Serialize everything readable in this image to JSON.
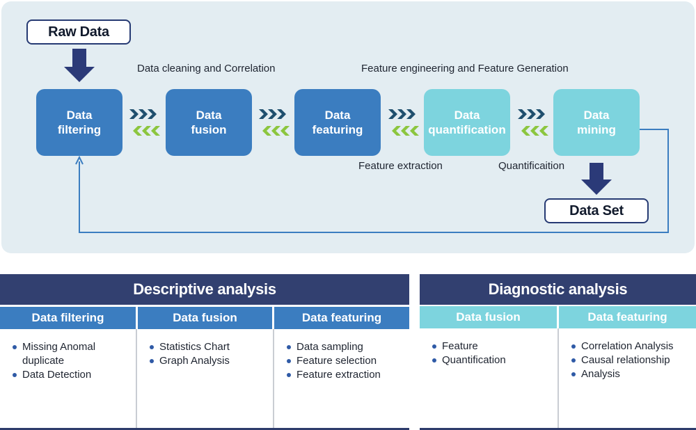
{
  "flow": {
    "raw_data": "Raw Data",
    "data_set": "Data Set",
    "stages": [
      {
        "line1": "Data",
        "line2": "filtering"
      },
      {
        "line1": "Data",
        "line2": "fusion"
      },
      {
        "line1": "Data",
        "line2": "featuring"
      },
      {
        "line1": "Data",
        "line2": "quantification"
      },
      {
        "line1": "Data",
        "line2": "mining"
      }
    ],
    "captions": {
      "cleaning": "Data cleaning and Correlation",
      "feature_eng": "Feature engineering and Feature Generation",
      "extraction": "Feature extraction",
      "quantification": "Quantificaition"
    },
    "colors": {
      "dark_stage": "#3b7dc0",
      "light_stage": "#7dd4de",
      "forward_chevron": "#1f4f6e",
      "back_chevron": "#8cc63f",
      "arrow": "#2b3a78"
    }
  },
  "descriptive": {
    "title": "Descriptive analysis",
    "columns": [
      {
        "header": "Data filtering",
        "items": [
          "Missing Anomal",
          "duplicate",
          "Data Detection"
        ]
      },
      {
        "header": "Data fusion",
        "items": [
          "Statistics Chart",
          "Graph Analysis"
        ]
      },
      {
        "header": "Data featuring",
        "items": [
          "Data sampling",
          "Feature selection",
          "Feature extraction"
        ]
      }
    ]
  },
  "diagnostic": {
    "title": "Diagnostic analysis",
    "columns": [
      {
        "header": "Data fusion",
        "items": [
          "Feature",
          "Quantification"
        ]
      },
      {
        "header": "Data featuring",
        "items": [
          "Correlation Analysis",
          "Causal relationship",
          "Analysis"
        ]
      }
    ]
  }
}
